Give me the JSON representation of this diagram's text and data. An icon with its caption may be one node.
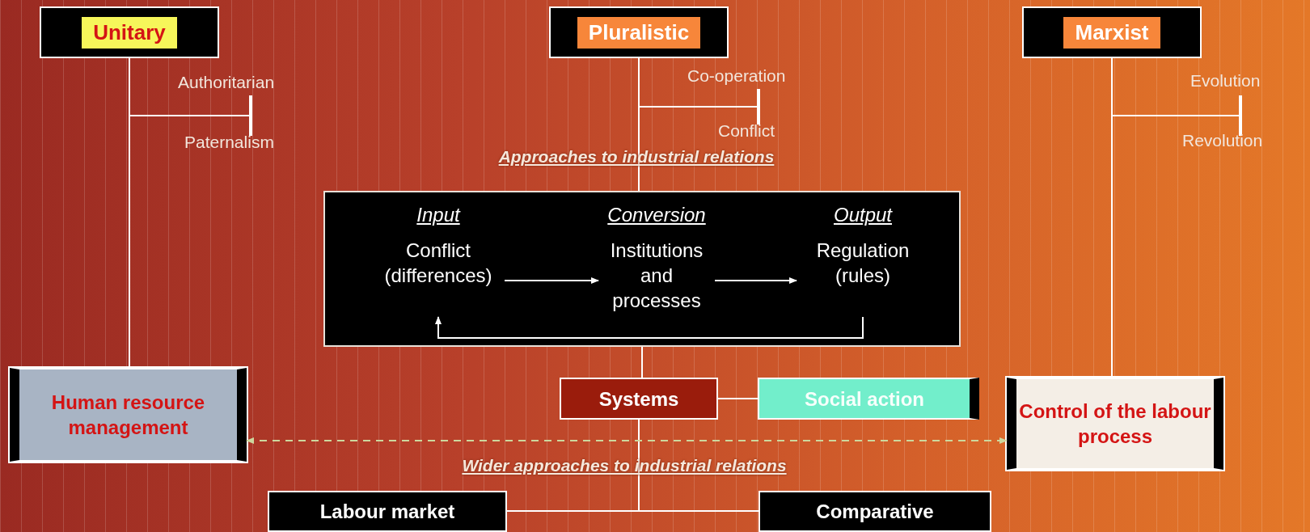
{
  "diagram": {
    "nodes": [
      {
        "text": [
          "Unitary"
        ]
      },
      {
        "text": [
          "Pluralistic"
        ]
      },
      {
        "text": [
          "Marxist"
        ]
      },
      {
        "text": [],
        "shape": "bar",
        "beside": [
          "Authoritarian",
          "Paternalism"
        ]
      },
      {
        "text": [],
        "shape": "bar",
        "beside": [
          "Co-operation",
          "Conflict"
        ]
      },
      {
        "text": [],
        "shape": "bar",
        "beside": [
          "Evolution",
          "Revolution"
        ]
      },
      {
        "text": [],
        "shape": "box"
      },
      {
        "text": [
          "Input",
          "Conflict (differences)"
        ],
        "in": 6
      },
      {
        "text": [
          "Conversion",
          "Institutions and processes"
        ],
        "in": 6
      },
      {
        "text": [
          "Output",
          "Regulation (rules)"
        ],
        "in": 6
      },
      {
        "text": [
          "Human resource management"
        ]
      },
      {
        "text": [
          "Systems"
        ]
      },
      {
        "text": [
          "Social action"
        ]
      },
      {
        "text": [
          "Control of the labour process"
        ]
      },
      {
        "text": [
          "Labour market"
        ]
      },
      {
        "text": [
          "Comparative"
        ]
      }
    ],
    "edges": [
      {
        "from": 0,
        "to": 10,
        "arrow": "none"
      },
      {
        "from": 0,
        "to": 3,
        "arrow": "none"
      },
      {
        "from": 1,
        "to": 6,
        "arrow": "none"
      },
      {
        "from": 1,
        "to": 4,
        "arrow": "none"
      },
      {
        "from": 2,
        "to": 13,
        "arrow": "none"
      },
      {
        "from": 2,
        "to": 5,
        "arrow": "none"
      },
      {
        "from": 7,
        "to": 8,
        "arrow": "to"
      },
      {
        "from": 8,
        "to": 9,
        "arrow": "to"
      },
      {
        "from": 9,
        "to": 7,
        "arrow": "to"
      },
      {
        "from": 6,
        "to": 11,
        "arrow": "none"
      },
      {
        "from": 11,
        "to": 12,
        "arrow": "none"
      },
      {
        "from": 11,
        "to": 14,
        "arrow": "none"
      },
      {
        "from": 11,
        "to": 15,
        "arrow": "none"
      },
      {
        "from": 10,
        "to": 13,
        "arrow": "both",
        "style": "dashed",
        "color": "#cdd89e"
      }
    ],
    "labels": [
      "Approaches to industrial relations",
      "Wider approaches to industrial relations"
    ]
  }
}
